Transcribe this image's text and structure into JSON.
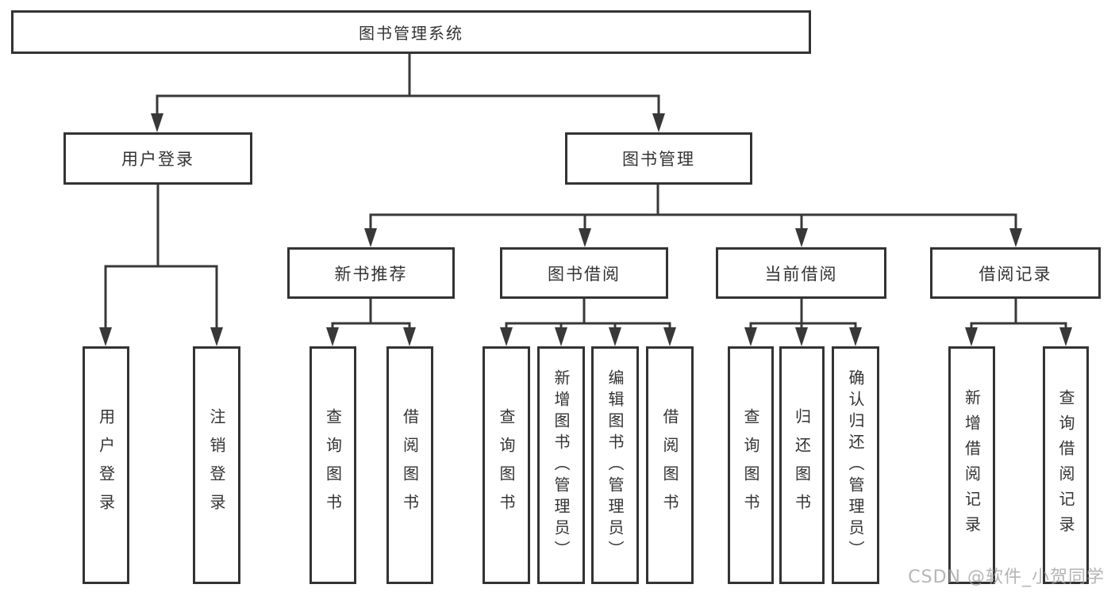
{
  "diagram_title": "图书管理系统",
  "nodes": {
    "root": "图书管理系统",
    "user_login": "用户登录",
    "book_management": "图书管理",
    "new_book_recommend": "新书推荐",
    "book_borrow": "图书借阅",
    "current_borrow": "当前借阅",
    "borrow_records": "借阅记录",
    "leaf_user_login": "用户登录",
    "leaf_logout": "注销登录",
    "leaf_nbr_query_books": "查询图书",
    "leaf_nbr_borrow_books": "借阅图书",
    "leaf_bb_query_books": "查询图书",
    "leaf_bb_add_books": "新增图书（管理员）",
    "leaf_bb_edit_books": "编辑图书（管理员）",
    "leaf_bb_borrow_books": "借阅图书",
    "leaf_cb_query_books": "查询图书",
    "leaf_cb_return_books": "归还图书",
    "leaf_cb_confirm_return": "确认归还（管理员）",
    "leaf_br_add_record": "新增借阅记录",
    "leaf_br_query_record": "查询借阅记录"
  },
  "watermark": "CSDN @软件_小贺同学",
  "colors": {
    "line": "#383838",
    "border": "#333333",
    "text": "#333333",
    "watermark": "#a2a2a2",
    "background": "#ffffff"
  }
}
